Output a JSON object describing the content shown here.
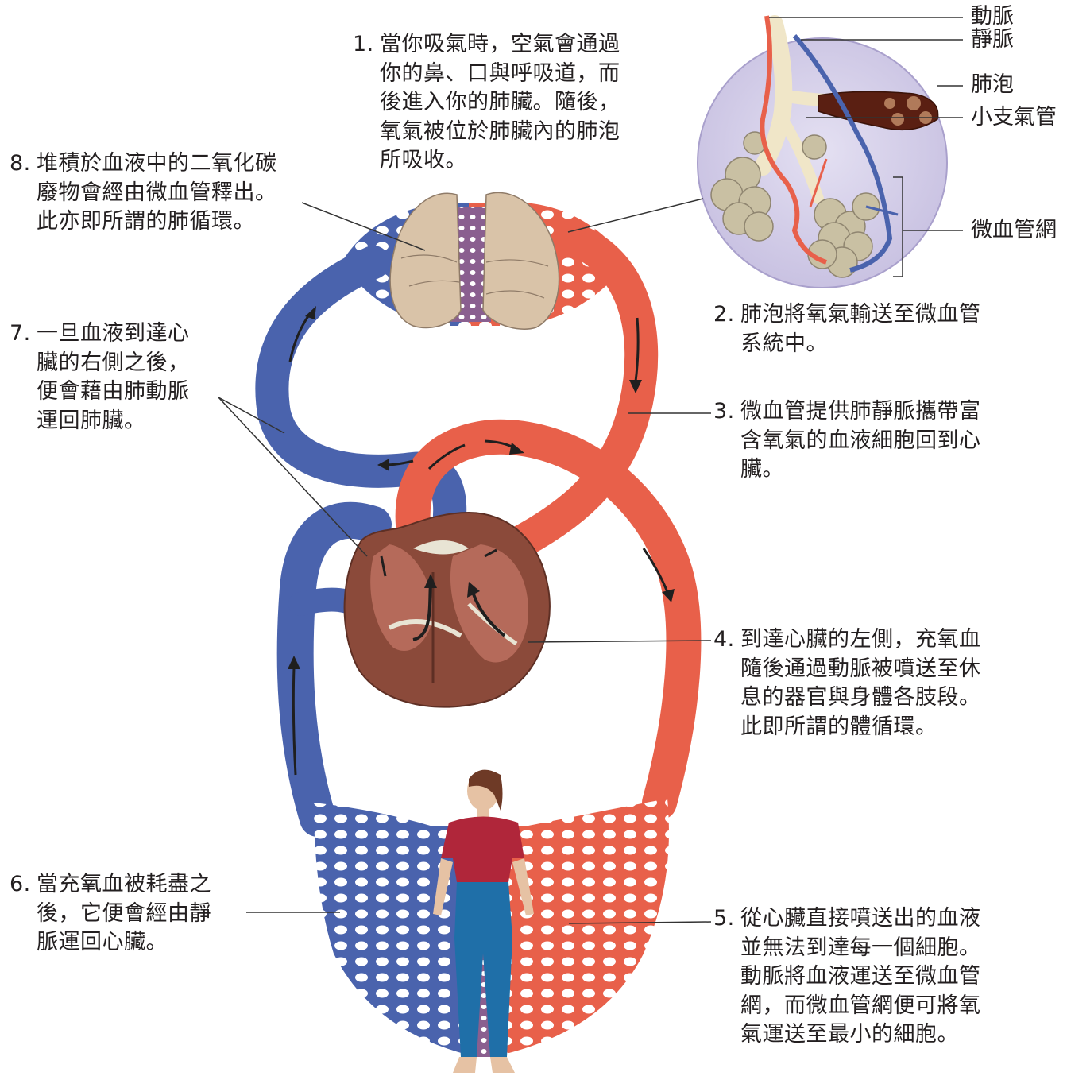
{
  "colors": {
    "arterial": "#e8604a",
    "arterial_dark": "#c9452f",
    "venous": "#4a63ad",
    "venous_dark": "#34498c",
    "lung": "#d9c3a8",
    "heart": "#8b4a3a",
    "inset_bg": "#d7d2ea",
    "arrow": "#1f1f1f",
    "leader": "#333333"
  },
  "captions": [
    {
      "num": "1.",
      "text": "當你吸氣時，空氣會通過\n你的鼻、口與呼吸道，而\n後進入你的肺臟。隨後，\n氧氣被位於肺臟內的肺泡\n所吸收。"
    },
    {
      "num": "2.",
      "text": "肺泡將氧氣輸送至微血管\n系統中。"
    },
    {
      "num": "3.",
      "text": "微血管提供肺靜脈攜帶富\n含氧氣的血液細胞回到心\n臟。"
    },
    {
      "num": "4.",
      "text": "到達心臟的左側，充氧血\n隨後通過動脈被噴送至休\n息的器官與身體各肢段。\n此即所謂的體循環。"
    },
    {
      "num": "5.",
      "text": "從心臟直接噴送出的血液\n並無法到達每一個細胞。\n動脈將血液運送至微血管\n網，而微血管網便可將氧\n氣運送至最小的細胞。"
    },
    {
      "num": "6.",
      "text": "當充氧血被耗盡之\n後，它便會經由靜\n脈運回心臟。"
    },
    {
      "num": "7.",
      "text": "一旦血液到達心\n臟的右側之後，\n便會藉由肺動脈\n運回肺臟。"
    },
    {
      "num": "8.",
      "text": "堆積於血液中的二氧化碳\n廢物會經由微血管釋出。\n此亦即所謂的肺循環。"
    }
  ],
  "inset_labels": {
    "artery": "動脈",
    "vein": "靜脈",
    "alveoli": "肺泡",
    "bronchiole": "小支氣管",
    "capillary_network": "微血管網"
  },
  "icons": {
    "lungs": "lungs-illustration",
    "heart": "heart-cross-section",
    "person": "human-figure",
    "inset": "alveoli-magnified-inset"
  }
}
